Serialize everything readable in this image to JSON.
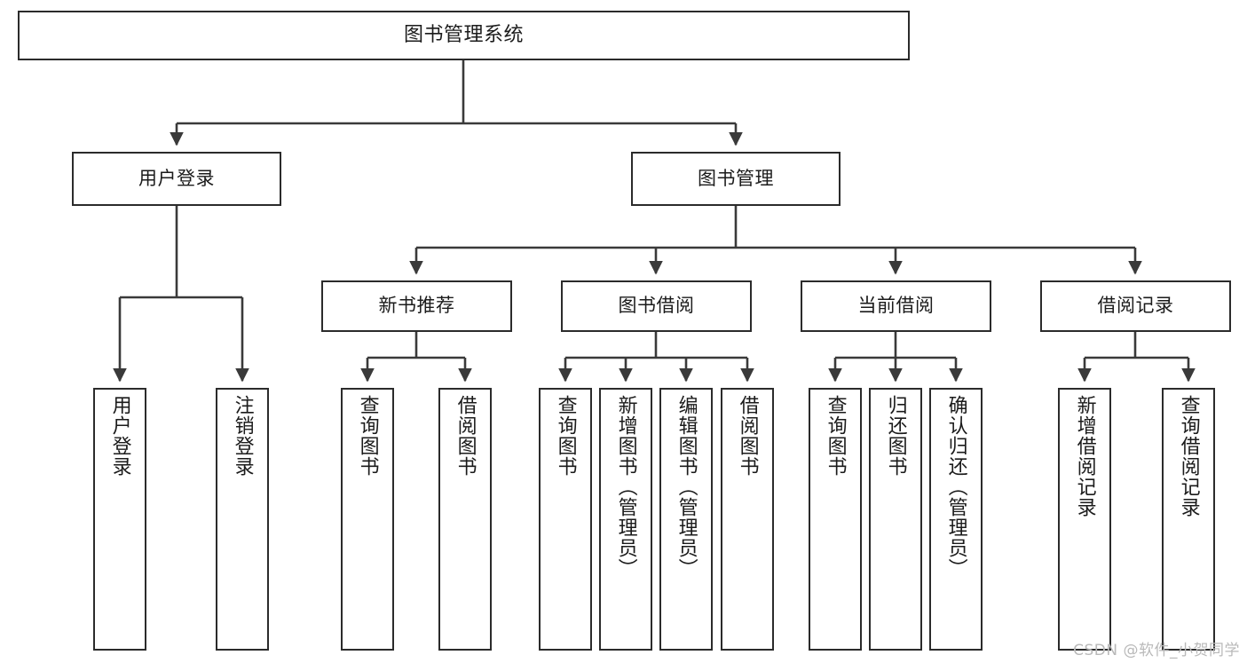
{
  "diagram": {
    "type": "hierarchy-tree",
    "title": "图书管理系统",
    "watermark": "CSDN @软件_小贺同学",
    "colors": {
      "box_border": "#2b2b2b",
      "box_fill": "#ffffff",
      "connector": "#3a3a3a",
      "text": "#1b1b1b",
      "watermark": "#b9b9b9"
    },
    "nodes": {
      "root": {
        "label": "图书管理系统"
      },
      "level1": [
        {
          "label": "用户登录"
        },
        {
          "label": "图书管理"
        }
      ],
      "level2": [
        {
          "label": "新书推荐"
        },
        {
          "label": "图书借阅"
        },
        {
          "label": "当前借阅"
        },
        {
          "label": "借阅记录"
        }
      ],
      "leaves": {
        "user_login": [
          {
            "label": "用户登录"
          },
          {
            "label": "注销登录"
          }
        ],
        "new_book": [
          {
            "label": "查询图书"
          },
          {
            "label": "借阅图书"
          }
        ],
        "book_borrow": [
          {
            "label": "查询图书"
          },
          {
            "label": "新增图书（管理员）"
          },
          {
            "label": "编辑图书（管理员）"
          },
          {
            "label": "借阅图书"
          }
        ],
        "current_borrow": [
          {
            "label": "查询图书"
          },
          {
            "label": "归还图书"
          },
          {
            "label": "确认归还（管理员）"
          }
        ],
        "borrow_record": [
          {
            "label": "新增借阅记录"
          },
          {
            "label": "查询借阅记录"
          }
        ]
      }
    }
  }
}
